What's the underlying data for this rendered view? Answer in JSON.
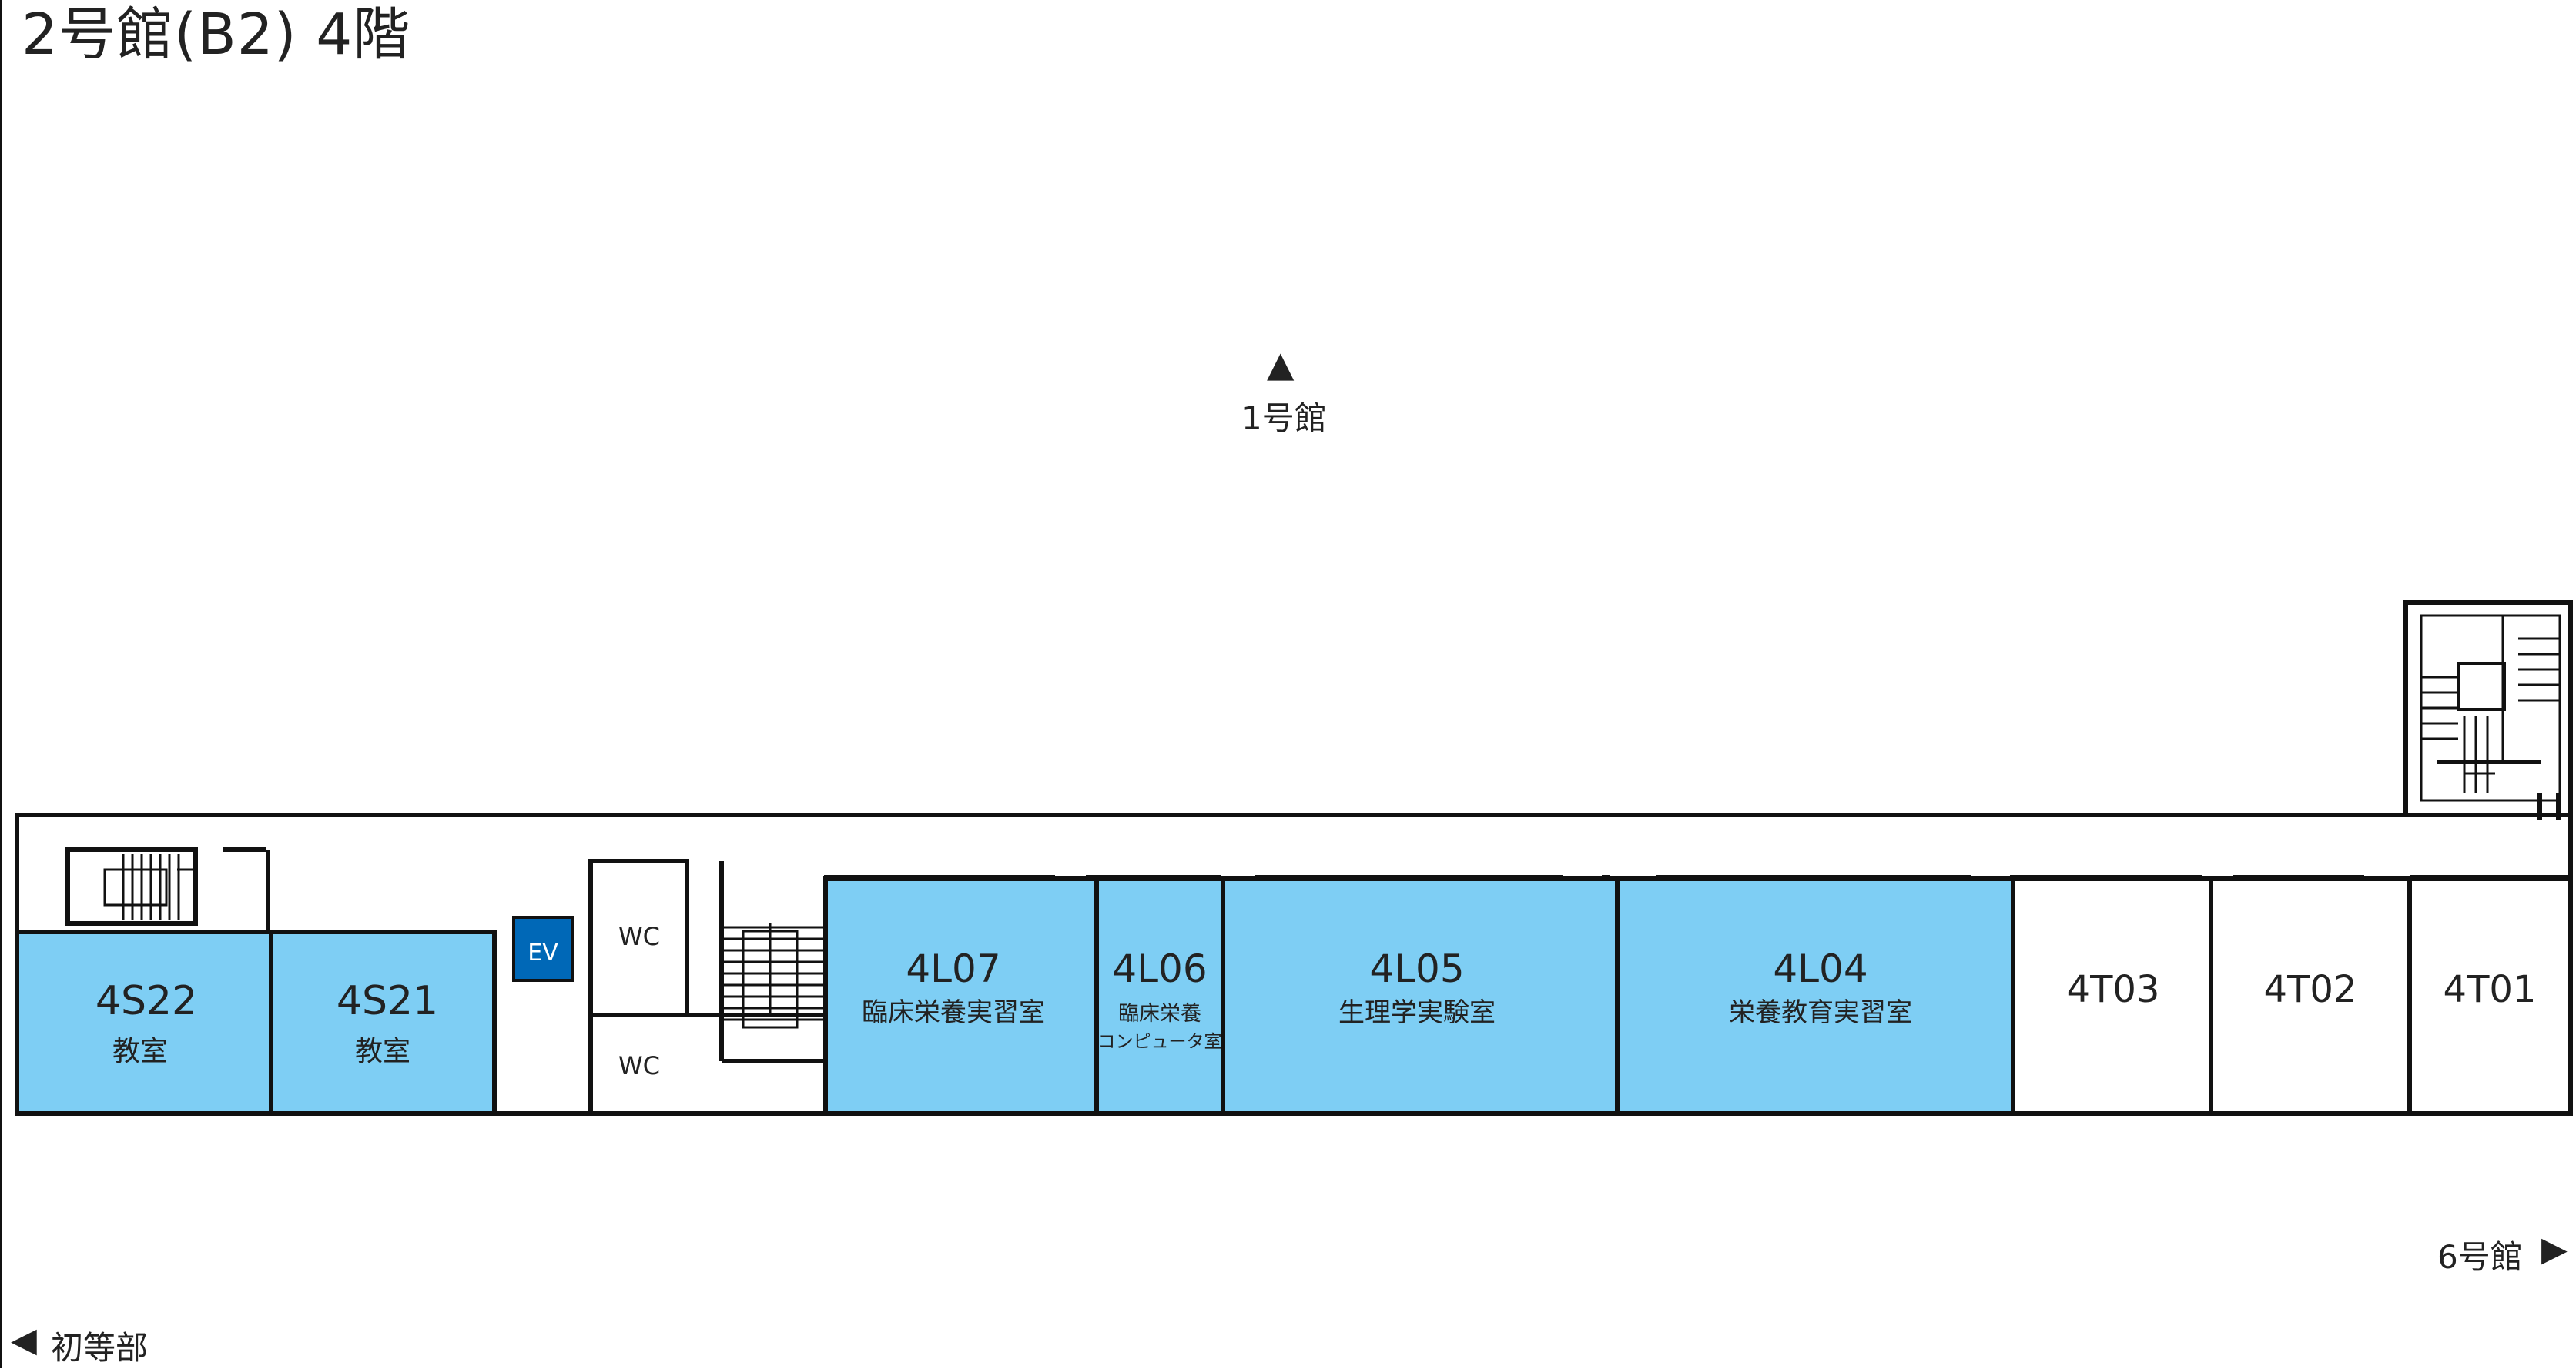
{
  "title": "2号館(B2) 4階",
  "navigation": {
    "north": {
      "arrow": "▲",
      "label": "1号館"
    },
    "east": {
      "label": "6号館",
      "arrow": "▶"
    },
    "west": {
      "arrow": "◀",
      "label": "初等部"
    }
  },
  "colors": {
    "room_fill": "#7ecef4",
    "elevator_fill": "#0068b7",
    "wall": "#111111"
  },
  "rooms": {
    "r4s22": {
      "code": "4S22",
      "name": "教室"
    },
    "r4s21": {
      "code": "4S21",
      "name": "教室"
    },
    "r4l07": {
      "code": "4L07",
      "name": "臨床栄養実習室"
    },
    "r4l06": {
      "code": "4L06",
      "name_line1": "臨床栄養",
      "name_line2": "コンピュータ室"
    },
    "r4l05": {
      "code": "4L05",
      "name": "生理学実験室"
    },
    "r4l04": {
      "code": "4L04",
      "name": "栄養教育実習室"
    },
    "r4t03": {
      "code": "4T03"
    },
    "r4t02": {
      "code": "4T02"
    },
    "r4t01": {
      "code": "4T01"
    }
  },
  "facilities": {
    "ev": "EV",
    "wc_upper": "WC",
    "wc_lower": "WC"
  }
}
